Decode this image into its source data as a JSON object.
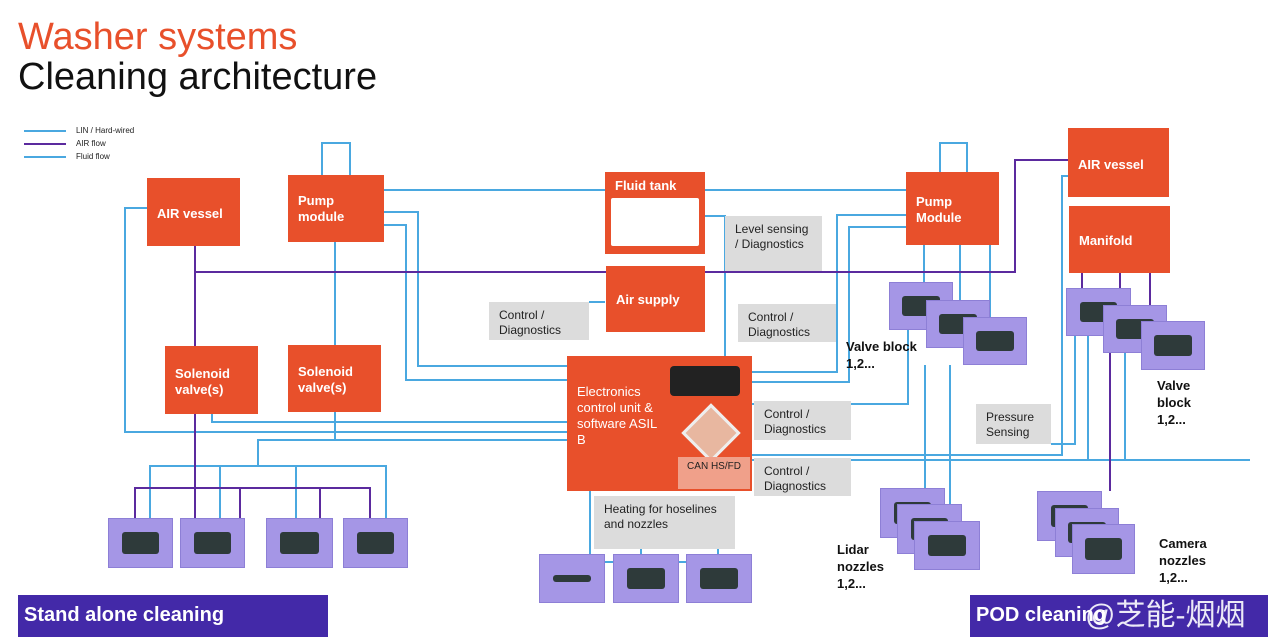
{
  "title": {
    "line1": "Washer systems",
    "line2": "Cleaning architecture"
  },
  "legend": [
    {
      "label": "LIN / Hard-wired",
      "color": "#4aa8e0"
    },
    {
      "label": "AIR flow",
      "color": "#5b2a9e"
    },
    {
      "label": "Fluid flow",
      "color": "#4aa8e0"
    }
  ],
  "colors": {
    "component": "#e8502b",
    "device": "#a596e6",
    "banner": "#4329a8",
    "label": "#dcdcdc"
  },
  "components": {
    "air_vessel_left": "AIR vessel",
    "pump_module_left": "Pump module",
    "fluid_tank": "Fluid tank",
    "air_supply": "Air supply",
    "pump_module_right": "Pump Module",
    "air_vessel_right": "AIR vessel",
    "manifold": "Manifold",
    "solenoid_1": "Solenoid valve(s)",
    "solenoid_2": "Solenoid valve(s)",
    "ecu": "Electronics control unit & software ASIL B",
    "can": "CAN HS/FD"
  },
  "labels": {
    "level": "Level sensing / Diagnostics",
    "cd1": "Control / Diagnostics",
    "cd2": "Control / Diagnostics",
    "cd3": "Control / Diagnostics",
    "cd4": "Control / Diagnostics",
    "pressure": "Pressure Sensing",
    "heating": "Heating for hoselines and nozzles"
  },
  "device_labels": {
    "valve_left": "Valve block 1,2...",
    "valve_right": "Valve block 1,2...",
    "lidar": "Lidar nozzles 1,2...",
    "camera": "Camera nozzles 1,2..."
  },
  "banners": {
    "left": "Stand alone cleaning",
    "right": "POD cleaning"
  },
  "watermark": "@芝能-烟烟"
}
